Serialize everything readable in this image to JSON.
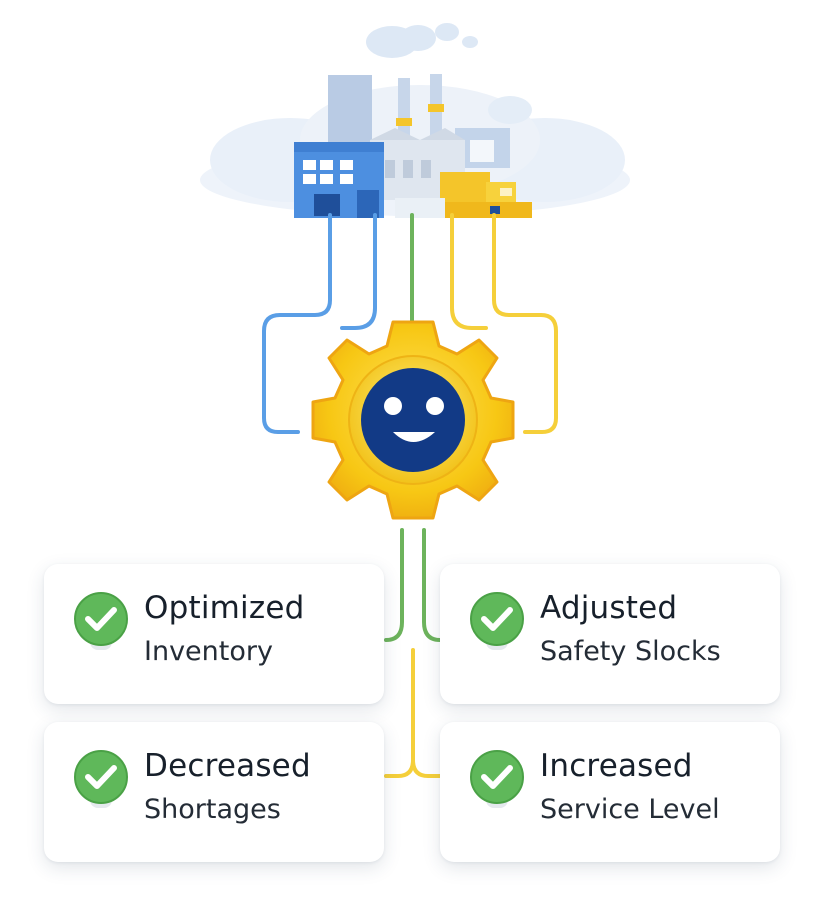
{
  "colors": {
    "blue": "#5a9ee6",
    "green": "#6db35c",
    "yellow": "#f5cf3a",
    "gear": "#f6c516",
    "face": "#123a86",
    "check": "#5fb85a"
  },
  "cards": [
    {
      "title": "Optimized",
      "subtitle": "Inventory"
    },
    {
      "title": "Adjusted",
      "subtitle": "Safety Slocks"
    },
    {
      "title": "Decreased",
      "subtitle": "Shortages"
    },
    {
      "title": "Increased",
      "subtitle": "Service Level"
    }
  ]
}
